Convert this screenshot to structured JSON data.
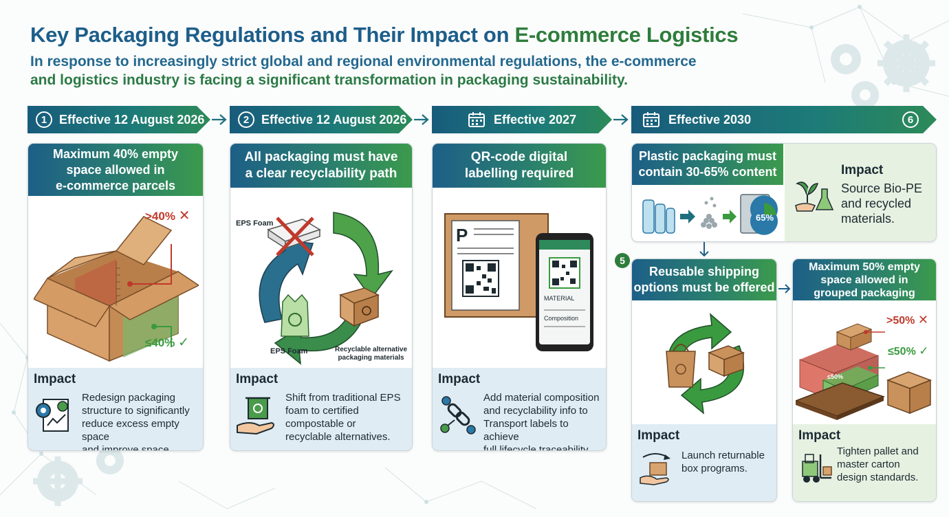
{
  "header": {
    "title_part1": "Key Packaging Regulations and Their Impact on ",
    "title_part2": "E-commerce Logistics",
    "subtitle_line1": "In response to increasingly strict global and regional environmental regulations, the e-commerce",
    "subtitle_line2": "and logistics industry is facing a significant transformation in packaging sustainability."
  },
  "timeline": [
    {
      "number": "1",
      "label": "Effective 12 August 2026"
    },
    {
      "number": "2",
      "label": "Effective 12 August 2026"
    },
    {
      "icon": "calendar-icon",
      "label": "Effective 2027"
    },
    {
      "icon": "calendar-icon",
      "label": "Effective 2030",
      "end_number": "6"
    }
  ],
  "cards": {
    "empty_space": {
      "title": [
        "Maximum 40% empty",
        "space allowed in",
        "e-commerce parcels"
      ],
      "over_label": ">40%",
      "under_label": "≤40%",
      "impact_title": "Impact",
      "impact_lines": [
        "Redesign packaging",
        "structure to significantly",
        "reduce excess empty space",
        "and improve space utilization."
      ]
    },
    "recyclability": {
      "title": [
        "All packaging must have",
        "a clear recyclability path"
      ],
      "eps_top": "EPS Foam",
      "eps_bottom": "EPS Foam",
      "alt_label_1": "Recyclable alternative",
      "alt_label_2": "packaging materials",
      "impact_title": "Impact",
      "impact_lines": [
        "Shift from traditional EPS",
        "foam to certified",
        "compostable or",
        "recyclable alternatives."
      ]
    },
    "qr": {
      "title": [
        "QR-code digital",
        "labelling required"
      ],
      "label_letter": "P",
      "phone_material": "MATERIAL",
      "phone_composition": "Composition",
      "impact_title": "Impact",
      "impact_lines": [
        "Add material composition",
        "and recyclability info to",
        "Transport labels to achieve",
        "full lifecycle traceability."
      ]
    },
    "plastic": {
      "title": [
        "Plastic packaging must",
        "contain 30-65% content"
      ],
      "percent": "65%",
      "impact_title": "Impact",
      "impact_lines": [
        "Source Bio-PE",
        "and recycled",
        "materials."
      ]
    },
    "reusable": {
      "step": "5",
      "title": [
        "Reusable shipping",
        "options must be offered"
      ],
      "impact_title": "Impact",
      "impact_lines": [
        "Launch returnable",
        "box programs."
      ]
    },
    "grouped": {
      "title": [
        "Maximum 50% empty",
        "space allowed in",
        "grouped packaging"
      ],
      "over_label": ">50%",
      "under_label": "≤50%",
      "pallet_over": ">50%",
      "pallet_under": "≤50%",
      "impact_title": "Impact",
      "impact_lines": [
        "Tighten pallet and",
        "master carton",
        "design standards."
      ]
    }
  },
  "colors": {
    "blue": "#1d5f87",
    "green": "#3b9a4c",
    "red": "#c0392b",
    "check_green": "#3a9a3f"
  }
}
